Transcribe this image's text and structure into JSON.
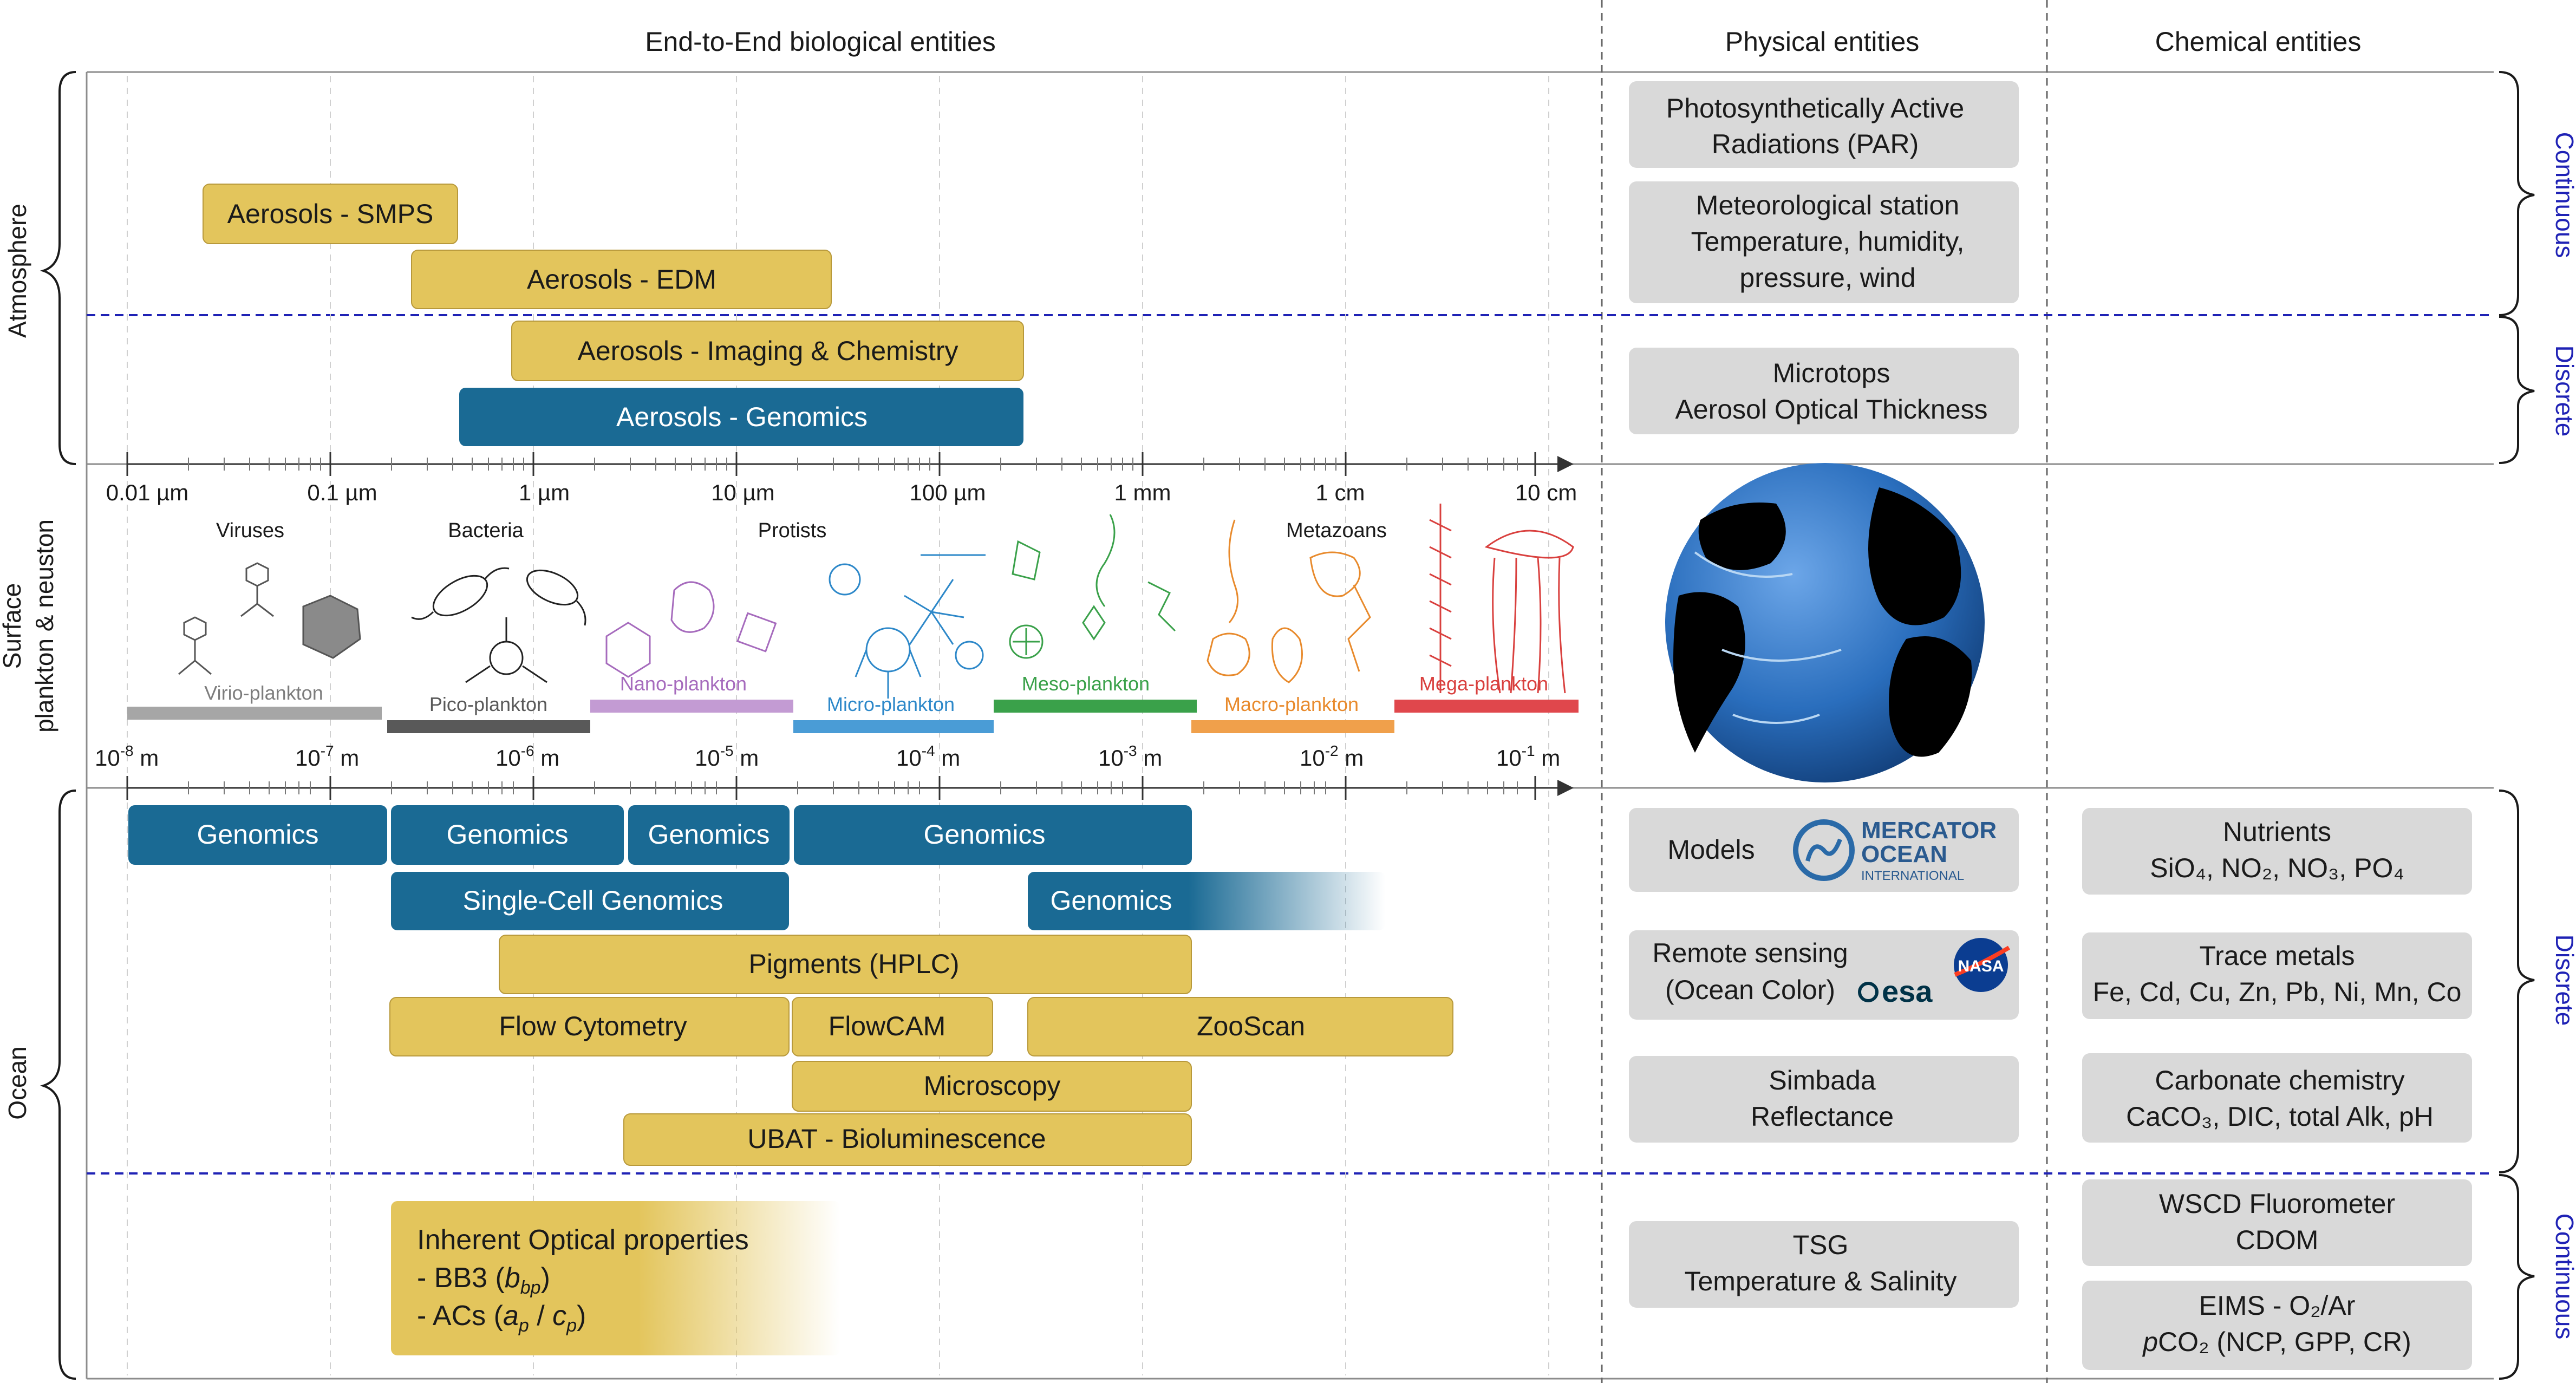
{
  "headers": {
    "biological": "End-to-End biological entities",
    "physical": "Physical entities",
    "chemical": "Chemical entities"
  },
  "side_labels": {
    "atmosphere": "Atmosphere",
    "surface_line1": "Surface",
    "surface_line2": "plankton & neuston",
    "ocean": "Ocean",
    "continuous": "Continuous",
    "discrete": "Discrete"
  },
  "size_scale_top": [
    "0.01 µm",
    "0.1 µm",
    "1 µm",
    "10 µm",
    "100 µm",
    "1 mm",
    "1 cm",
    "10 cm"
  ],
  "size_scale_bottom": [
    {
      "base": "10",
      "exp": "-8",
      "unit": "m"
    },
    {
      "base": "10",
      "exp": "-7",
      "unit": "m"
    },
    {
      "base": "10",
      "exp": "-6",
      "unit": "m"
    },
    {
      "base": "10",
      "exp": "-5",
      "unit": "m"
    },
    {
      "base": "10",
      "exp": "-4",
      "unit": "m"
    },
    {
      "base": "10",
      "exp": "-3",
      "unit": "m"
    },
    {
      "base": "10",
      "exp": "-2",
      "unit": "m"
    },
    {
      "base": "10",
      "exp": "-1",
      "unit": "m"
    }
  ],
  "organism_groups": [
    "Viruses",
    "Bacteria",
    "Protists",
    "Metazoans"
  ],
  "plankton_classes": [
    {
      "label": "Virio-plankton",
      "color": "#a6a6a6"
    },
    {
      "label": "Pico-plankton",
      "color": "#595959"
    },
    {
      "label": "Nano-plankton",
      "color": "#c39bd3"
    },
    {
      "label": "Micro-plankton",
      "color": "#4a9cd6"
    },
    {
      "label": "Meso-plankton",
      "color": "#3aa14a"
    },
    {
      "label": "Macro-plankton",
      "color": "#f0a04b"
    },
    {
      "label": "Mega-plankton",
      "color": "#e0474c"
    }
  ],
  "atmosphere_bio": [
    {
      "label": "Aerosols - SMPS",
      "kind": "gold"
    },
    {
      "label": "Aerosols - EDM",
      "kind": "gold"
    },
    {
      "label": "Aerosols - Imaging & Chemistry",
      "kind": "gold"
    },
    {
      "label": "Aerosols - Genomics",
      "kind": "blue"
    }
  ],
  "ocean_bio": [
    {
      "label": "Genomics",
      "kind": "blue"
    },
    {
      "label": "Genomics",
      "kind": "blue"
    },
    {
      "label": "Genomics",
      "kind": "blue"
    },
    {
      "label": "Genomics",
      "kind": "blue"
    },
    {
      "label": "Single-Cell Genomics",
      "kind": "blue"
    },
    {
      "label": "Genomics",
      "kind": "blue-fade"
    },
    {
      "label": "Pigments (HPLC)",
      "kind": "gold"
    },
    {
      "label": "Flow Cytometry",
      "kind": "gold"
    },
    {
      "label": "FlowCAM",
      "kind": "gold"
    },
    {
      "label": "ZooScan",
      "kind": "gold"
    },
    {
      "label": "Microscopy",
      "kind": "gold"
    },
    {
      "label": "UBAT - Bioluminescence",
      "kind": "gold"
    }
  ],
  "iop": {
    "title": "Inherent Optical properties",
    "bb3_prefix": "- BB3 (",
    "bb3_var": "b",
    "bb3_sub": "bp",
    "bb3_suffix": ")",
    "acs_prefix": "- ACs (",
    "acs_var1": "a",
    "acs_sub1": "p",
    "acs_mid": " / ",
    "acs_var2": "c",
    "acs_sub2": "p",
    "acs_suffix": ")"
  },
  "physical": {
    "par": [
      "Photosynthetically Active",
      "Radiations (PAR)"
    ],
    "meteo": [
      "Meteorological station",
      "Temperature, humidity,",
      "pressure, wind"
    ],
    "microtops": [
      "Microtops",
      "Aerosol Optical Thickness"
    ],
    "models": "Models",
    "mercator": [
      "MERCATOR",
      "OCEAN",
      "INTERNATIONAL"
    ],
    "remote": [
      "Remote sensing",
      "(Ocean Color)"
    ],
    "nasa": "NASA",
    "esa": "esa",
    "simbada": [
      "Simbada",
      "Reflectance"
    ],
    "tsg": [
      "TSG",
      "Temperature & Salinity"
    ]
  },
  "chemical": {
    "nutrients_title": "Nutrients",
    "nutrients_formula": "SiO₄, NO₂, NO₃, PO₄",
    "trace": [
      "Trace metals",
      "Fe, Cd, Cu, Zn, Pb, Ni, Mn, Co"
    ],
    "carbonate": [
      "Carbonate chemistry",
      "CaCO₃, DIC, total Alk, pH"
    ],
    "wscd": [
      "WSCD Fluorometer",
      "CDOM"
    ],
    "eims_title": "EIMS - O₂/Ar",
    "eims_var": "p",
    "eims_rest": "CO₂ (NCP, GPP, CR)"
  },
  "colors": {
    "gold": "#e3c55c",
    "gold_stroke": "#b8993b",
    "blue": "#1a6a94",
    "gray_box": "#d9d9d9",
    "dashed_blue": "#1f22b5",
    "ocean_globe": "#2a6ebd"
  }
}
